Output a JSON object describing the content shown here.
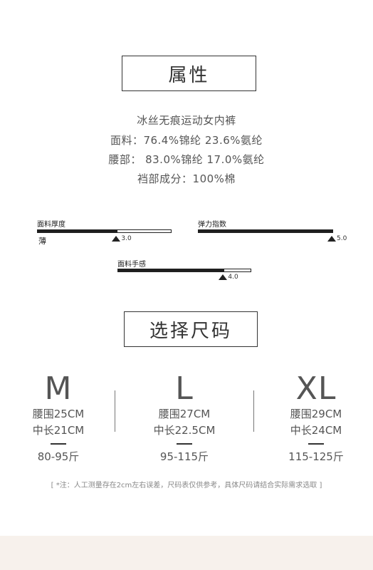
{
  "attributes": {
    "title": "属性",
    "name": "冰丝无痕运动女内裤",
    "fabric": "面料：76.4%锦纶 23.6%氨纶",
    "waist": "腰部： 83.0%锦纶 17.0%氨纶",
    "crotch": "裆部成分：100%棉"
  },
  "gauges": [
    {
      "label": "面料厚度",
      "value": 3.0,
      "max": 5.0,
      "value_text": "3.0",
      "note": "薄"
    },
    {
      "label": "弹力指数",
      "value": 5.0,
      "max": 5.0,
      "value_text": "5.0",
      "note": ""
    },
    {
      "label": "面料手感",
      "value": 4.0,
      "max": 5.0,
      "value_text": "4.0",
      "note": ""
    }
  ],
  "sizes": {
    "title": "选择尺码",
    "items": [
      {
        "size": "M",
        "waist": "腰围25CM",
        "length": "中长21CM",
        "weight": "80-95斤"
      },
      {
        "size": "L",
        "waist": "腰围27CM",
        "length": "中长22.5CM",
        "weight": "95-115斤"
      },
      {
        "size": "XL",
        "waist": "腰围29CM",
        "length": "中长24CM",
        "weight": "115-125斤"
      }
    ]
  },
  "footnote": "[ *注：人工测量存在2cm左右误差，尺码表仅供参考，具体尺码请结合实际需求选取 ]",
  "colors": {
    "bottom_band": "#f7f1ec",
    "gauge_fill": "#1e1e1e"
  }
}
